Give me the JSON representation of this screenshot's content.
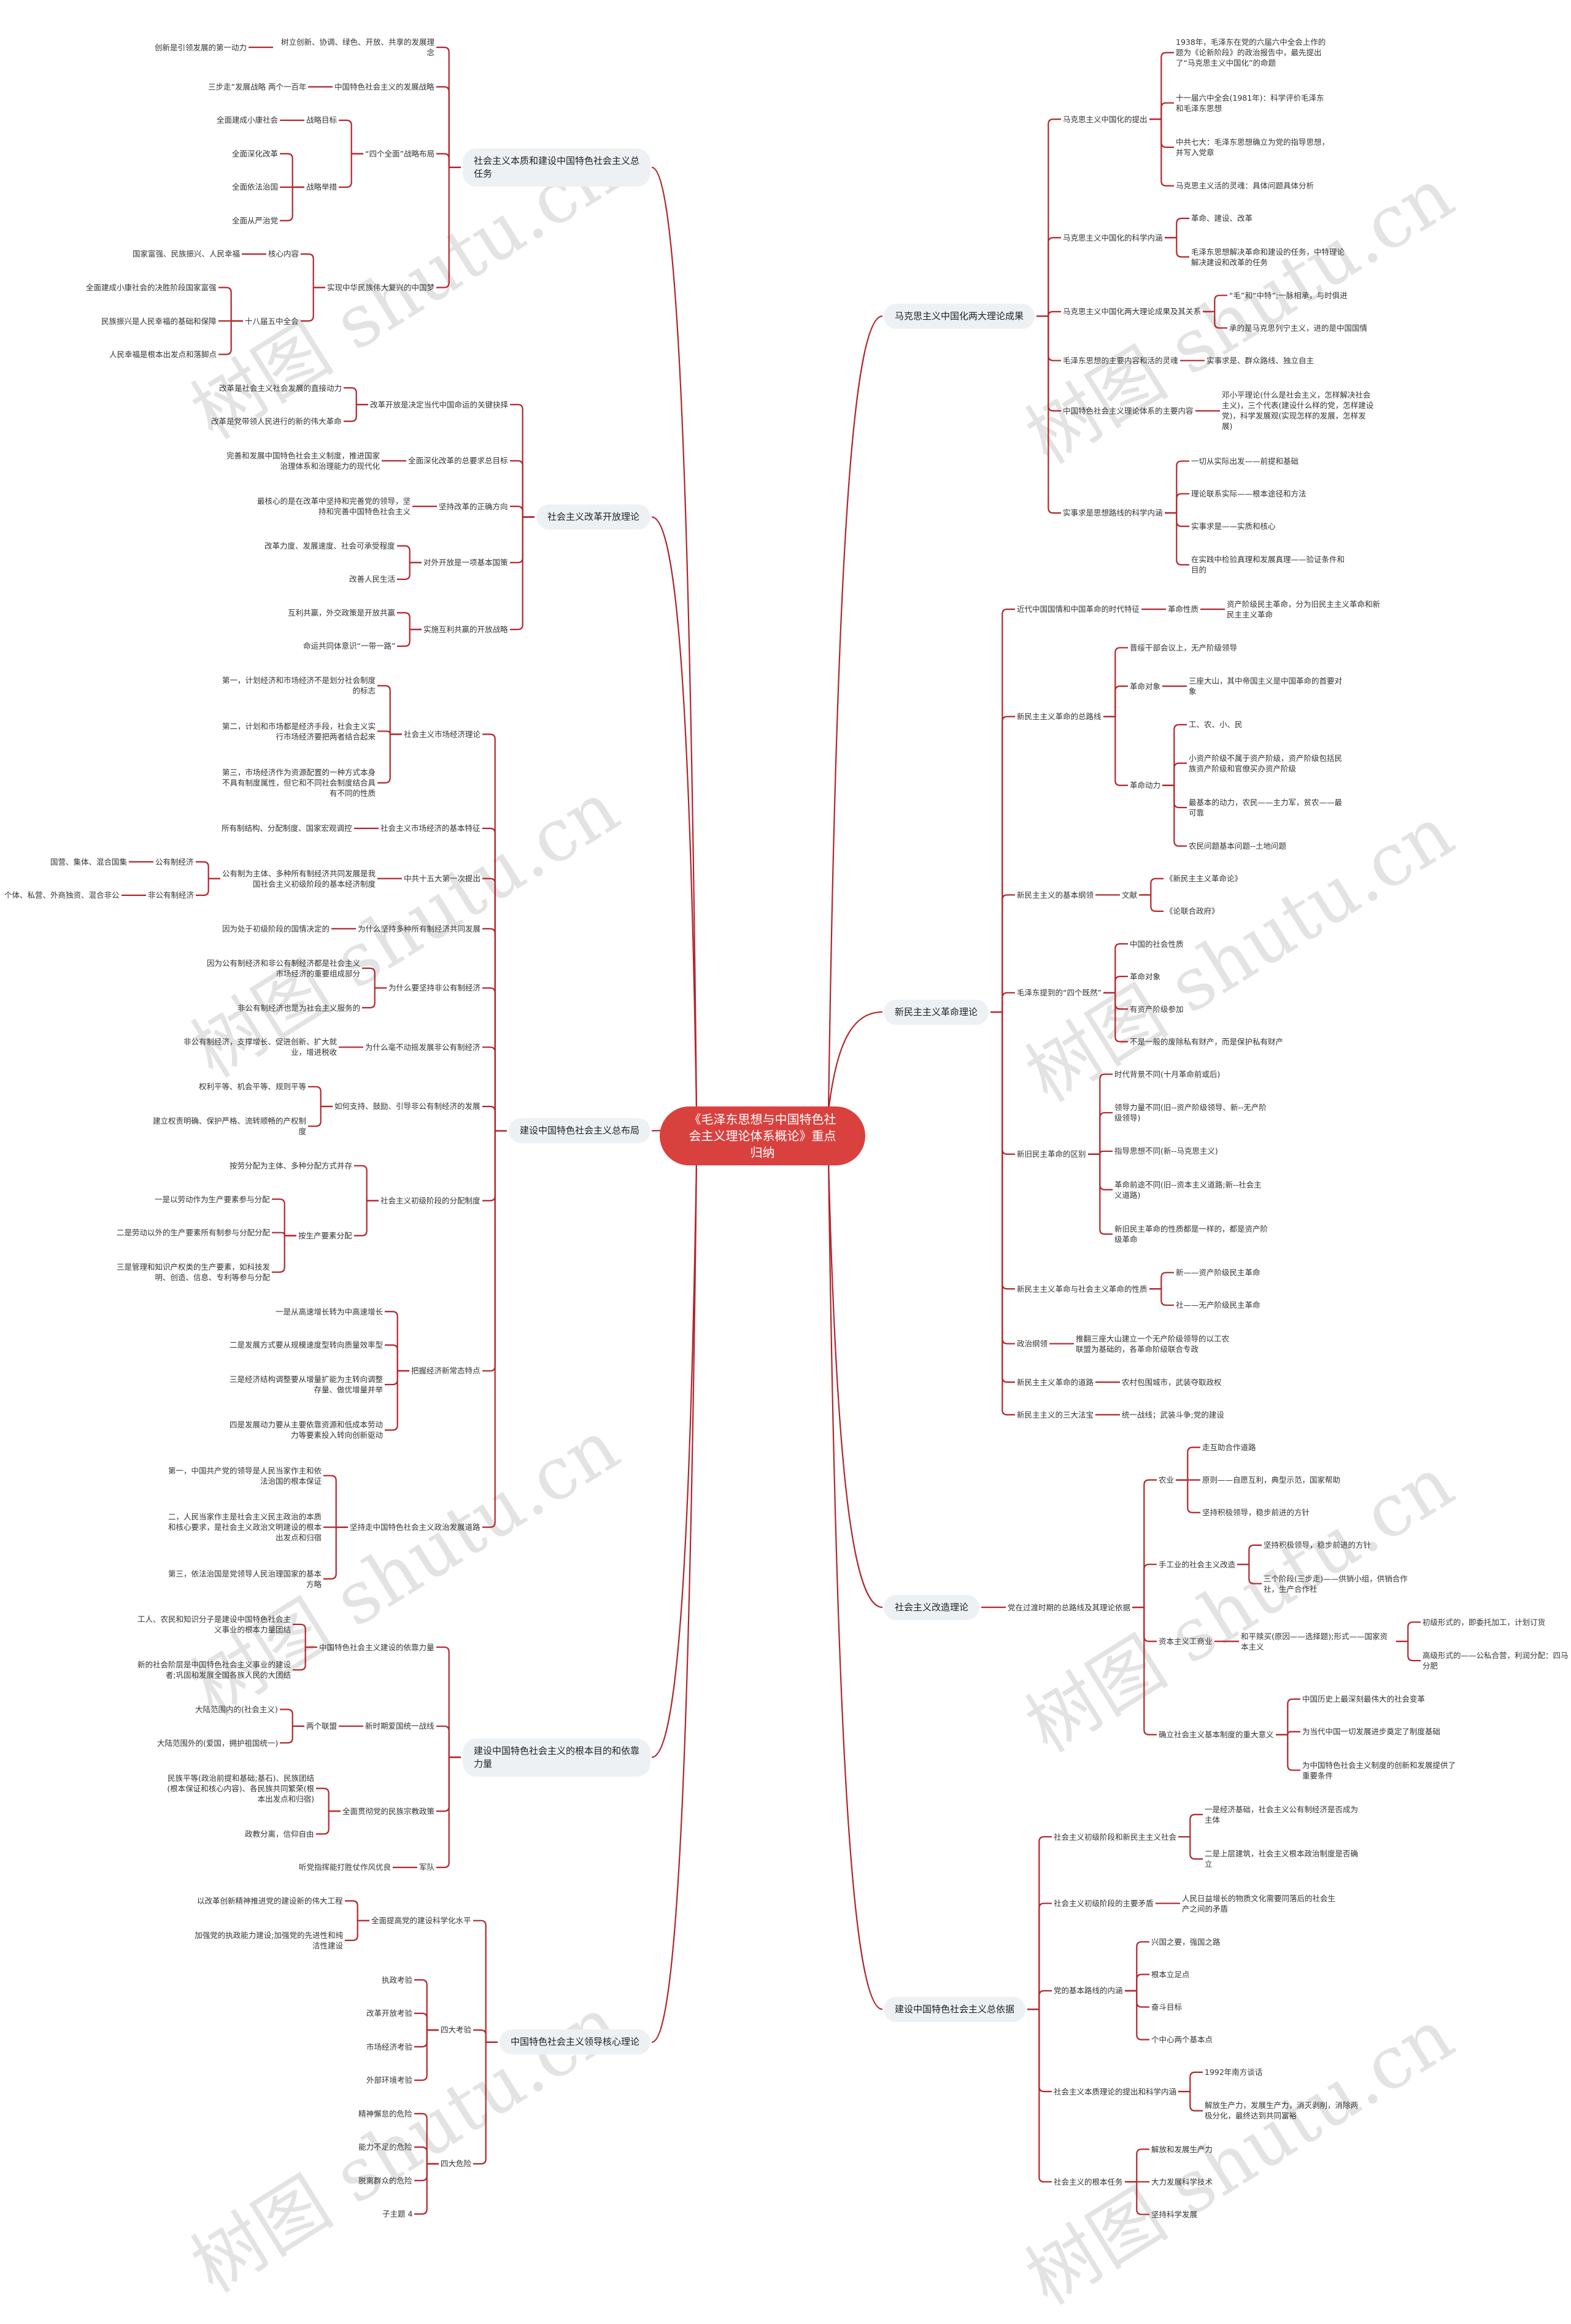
{
  "watermark": "树图 shutu.cn",
  "colors": {
    "line": "#b4252d",
    "root_bg": "#d9413f",
    "branch_bg": "#eef1f4"
  },
  "root": {
    "label": "《毛泽东思想与中国特色社会主义理论体系概论》重点归纳"
  },
  "right": [
    {
      "label": "马克思主义中国化两大理论成果",
      "children": [
        {
          "label": "马克思主义中国化的提出",
          "children": [
            {
              "label": "1938年，毛泽东在党的六届六中全会上作的题为《论新阶段》的政治报告中，最先提出了“马克思主义中国化”的命题"
            },
            {
              "label": "十一届六中全会(1981年)：科学评价毛泽东和毛泽东思想"
            },
            {
              "label": "中共七大：毛泽东思想确立为党的指导思想，并写入党章"
            },
            {
              "label": "马克思主义活的灵魂：具体问题具体分析"
            }
          ]
        },
        {
          "label": "马克思主义中国化的科学内涵",
          "children": [
            {
              "label": "革命、建设、改革"
            },
            {
              "label": "毛泽东思想解决革命和建设的任务，中特理论解决建设和改革的任务"
            }
          ]
        },
        {
          "label": "马克思主义中国化两大理论成果及其关系",
          "children": [
            {
              "label": "“毛”和“中特”;一脉相承，与时俱进"
            },
            {
              "label": "承的是马克思列宁主义，进的是中国国情"
            }
          ]
        },
        {
          "label": "毛泽东思想的主要内容和活的灵魂",
          "children": [
            {
              "label": "实事求是、群众路线、独立自主"
            }
          ]
        },
        {
          "label": "中国特色社会主义理论体系的主要内容",
          "children": [
            {
              "label": "邓小平理论(什么是社会主义，怎样解决社会主义)，三个代表(建设什么样的党，怎样建设党)，科学发展观(实现怎样的发展，怎样发展)"
            }
          ]
        },
        {
          "label": "实事求是思想路线的科学内涵",
          "children": [
            {
              "label": "一切从实际出发——前提和基础"
            },
            {
              "label": "理论联系实际——根本途径和方法"
            },
            {
              "label": "实事求是——实质和核心"
            },
            {
              "label": "在实践中检验真理和发展真理——验证条件和目的"
            }
          ]
        }
      ]
    },
    {
      "label": "新民主主义革命理论",
      "children": [
        {
          "label": "近代中国国情和中国革命的时代特征",
          "children": [
            {
              "label": "革命性质",
              "children": [
                {
                  "label": "资产阶级民主革命，分为旧民主主义革命和新民主主义革命"
                }
              ]
            }
          ]
        },
        {
          "label": "新民主主义革命的总路线",
          "children": [
            {
              "label": "晋绥干部会议上，无产阶级领导"
            },
            {
              "label": "革命对象",
              "children": [
                {
                  "label": "三座大山，其中帝国主义是中国革命的首要对象"
                }
              ]
            },
            {
              "label": "革命动力",
              "children": [
                {
                  "label": "工、农、小、民"
                },
                {
                  "label": "小资产阶级不属于资产阶级，资产阶级包括民族资产阶级和官僚买办资产阶级"
                },
                {
                  "label": "最基本的动力，农民——主力军，贫农——最可靠"
                },
                {
                  "label": "农民问题基本问题--土地问题"
                }
              ]
            }
          ]
        },
        {
          "label": "新民主主义的基本纲领",
          "children": [
            {
              "label": "文献",
              "children": [
                {
                  "label": "《新民主主义革命论》"
                },
                {
                  "label": "《论联合政府》"
                }
              ]
            }
          ]
        },
        {
          "label": "毛泽东提到的“四个既然”",
          "children": [
            {
              "label": "中国的社会性质"
            },
            {
              "label": "革命对象"
            },
            {
              "label": "有资产阶级参加"
            },
            {
              "label": "不是一般的废除私有财产，而是保护私有财产"
            }
          ]
        },
        {
          "label": "新旧民主革命的区别",
          "children": [
            {
              "label": "时代背景不同(十月革命前或后)"
            },
            {
              "label": "领导力量不同(旧--资产阶级领导、新--无产阶级领导)"
            },
            {
              "label": "指导思想不同(新--马克思主义)"
            },
            {
              "label": "革命前途不同(旧--资本主义道路;新--社会主义道路)"
            },
            {
              "label": "新旧民主革命的性质都是一样的，都是资产阶级革命"
            }
          ]
        },
        {
          "label": "新民主主义革命与社会主义革命的性质",
          "children": [
            {
              "label": "新——资产阶级民主革命"
            },
            {
              "label": "社——无产阶级民主革命"
            }
          ]
        },
        {
          "label": "政治纲领",
          "children": [
            {
              "label": "推翻三座大山建立一个无产阶级领导的以工农联盟为基础的，各革命阶级联合专政"
            }
          ]
        },
        {
          "label": "新民主主义革命的道路",
          "children": [
            {
              "label": "农村包围城市，武装夺取政权"
            }
          ]
        },
        {
          "label": "新民主主义的三大法宝",
          "children": [
            {
              "label": "统一战线；武装斗争;党的建设"
            }
          ]
        }
      ]
    },
    {
      "label": "社会主义改造理论",
      "children": [
        {
          "label": "党在过渡时期的总路线及其理论依据",
          "children": [
            {
              "label": "农业",
              "children": [
                {
                  "label": "走互助合作道路"
                },
                {
                  "label": "原则——自愿互利，典型示范，国家帮助"
                },
                {
                  "label": "坚持积极领导，稳步前进的方针"
                }
              ]
            },
            {
              "label": "手工业的社会主义改造",
              "children": [
                {
                  "label": "坚持积极领导，稳步前进的方针"
                },
                {
                  "label": "三个阶段(三步走)——供销小组，供销合作社，生产合作社"
                }
              ]
            },
            {
              "label": "资本主义工商业",
              "children": [
                {
                  "label": "和平赎买(原因——选择题);形式——国家资本主义",
                  "children": [
                    {
                      "label": "初级形式的，即委托加工，计划订货"
                    },
                    {
                      "label": "高级形式的——公私合营，利润分配：四马分肥"
                    }
                  ]
                }
              ]
            },
            {
              "label": "确立社会主义基本制度的重大意义",
              "children": [
                {
                  "label": "中国历史上最深刻最伟大的社会变革"
                },
                {
                  "label": "为当代中国一切发展进步奠定了制度基础"
                },
                {
                  "label": "为中国特色社会主义制度的创新和发展提供了重要条件"
                }
              ]
            }
          ]
        }
      ]
    },
    {
      "label": "建设中国特色社会主义总依据",
      "children": [
        {
          "label": "社会主义初级阶段和新民主主义社会",
          "children": [
            {
              "label": "一是经济基础，社会主义公有制经济是否成为主体"
            },
            {
              "label": "二是上层建筑，社会主义根本政治制度是否确立"
            }
          ]
        },
        {
          "label": "社会主义初级阶段的主要矛盾",
          "children": [
            {
              "label": "人民日益增长的物质文化需要同落后的社会生产之间的矛盾"
            }
          ]
        },
        {
          "label": "党的基本路线的内涵",
          "children": [
            {
              "label": "兴国之要，强国之路"
            },
            {
              "label": "根本立足点"
            },
            {
              "label": "奋斗目标"
            },
            {
              "label": "个中心两个基本点"
            }
          ]
        },
        {
          "label": "社会主义本质理论的提出和科学内涵",
          "children": [
            {
              "label": "1992年南方谈话"
            },
            {
              "label": "解放生产力，发展生产力，消灭剥削，消除两极分化，最终达到共同富裕"
            }
          ]
        },
        {
          "label": "社会主义的根本任务",
          "children": [
            {
              "label": "解放和发展生产力"
            },
            {
              "label": "大力发展科学技术"
            },
            {
              "label": "坚持科学发展"
            }
          ]
        }
      ]
    }
  ],
  "left": [
    {
      "label": "社会主义本质和建设中国特色社会主义总任务",
      "children": [
        {
          "label": "树立创新、协调、绿色、开放、共享的发展理念",
          "children": [
            {
              "label": "创新是引领发展的第一动力"
            }
          ]
        },
        {
          "label": "中国特色社会主义的发展战略",
          "children": [
            {
              "label": "三步走”发展战略 两个一百年"
            }
          ]
        },
        {
          "label": "“四个全面”战略布局",
          "children": [
            {
              "label": "战略目标",
              "children": [
                {
                  "label": "全面建成小康社会"
                }
              ]
            },
            {
              "label": "战略举措",
              "children": [
                {
                  "label": "全面深化改革"
                },
                {
                  "label": "全面依法治国"
                },
                {
                  "label": "全面从严治党"
                }
              ]
            }
          ]
        },
        {
          "label": "实现中华民族伟大复兴的中国梦",
          "children": [
            {
              "label": "核心内容",
              "children": [
                {
                  "label": "国家富强、民族振兴、人民幸福"
                }
              ]
            },
            {
              "label": "十八届五中全会",
              "children": [
                {
                  "label": "全面建成小康社会的决胜阶段国家富强"
                },
                {
                  "label": "民族振兴是人民幸福的基础和保障"
                },
                {
                  "label": "人民幸福是根本出发点和落脚点"
                }
              ]
            }
          ]
        }
      ]
    },
    {
      "label": "社会主义改革开放理论",
      "children": [
        {
          "label": "改革开放是决定当代中国命运的关键抉择",
          "children": [
            {
              "label": "改革是社会主义社会发展的直接动力"
            },
            {
              "label": "改革是党带领人民进行的新的伟大革命"
            }
          ]
        },
        {
          "label": "全面深化改革的总要求总目标",
          "children": [
            {
              "label": "完善和发展中国特色社会主义制度，推进国家治理体系和治理能力的现代化"
            }
          ]
        },
        {
          "label": "坚持改革的正确方向",
          "children": [
            {
              "label": "最核心的是在改革中坚持和完善党的领导，坚持和完善中国特色社会主义"
            }
          ]
        },
        {
          "label": "对外开放是一项基本国策",
          "children": [
            {
              "label": "改革力度、发展速度、社会可承受程度"
            },
            {
              "label": "改善人民生活"
            }
          ]
        },
        {
          "label": "实施互利共赢的开放战略",
          "children": [
            {
              "label": "互利共赢，外交政策是开放共赢"
            },
            {
              "label": "命运共同体意识“一带一路”"
            }
          ]
        }
      ]
    },
    {
      "label": "建设中国特色社会主义总布局",
      "children": [
        {
          "label": "社会主义市场经济理论",
          "children": [
            {
              "label": "第一，计划经济和市场经济不是划分社会制度的标志"
            },
            {
              "label": "第二，计划和市场都是经济手段，社会主义实行市场经济要把两者结合起来"
            },
            {
              "label": "第三，市场经济作为资源配置的一种方式本身不具有制度属性，但它和不同社会制度结合具有不同的性质"
            }
          ]
        },
        {
          "label": "社会主义市场经济的基本特征",
          "children": [
            {
              "label": "所有制结构、分配制度、国家宏观调控"
            }
          ]
        },
        {
          "label": "中共十五大第一次提出",
          "children": [
            {
              "label": "公有制为主体、多种所有制经济共同发展是我国社会主义初级阶段的基本经济制度",
              "children": [
                {
                  "label": "公有制经济",
                  "children": [
                    {
                      "label": "国营、集体、混合国集"
                    }
                  ]
                },
                {
                  "label": "非公有制经济",
                  "children": [
                    {
                      "label": "个体、私营、外商独资、混合非公"
                    }
                  ]
                }
              ]
            }
          ]
        },
        {
          "label": "为什么坚持多种所有制经济共同发展",
          "children": [
            {
              "label": "因为处于初级阶段的国情决定的"
            }
          ]
        },
        {
          "label": "为什么要坚持非公有制经济",
          "children": [
            {
              "label": "因为公有制经济和非公有制经济都是社会主义市场经济的重要组成部分"
            },
            {
              "label": "非公有制经济也是为社会主义服务的"
            }
          ]
        },
        {
          "label": "为什么毫不动摇发展非公有制经济",
          "children": [
            {
              "label": "非公有制经济，支撑增长、促进创新、扩大就业，增进税收"
            }
          ]
        },
        {
          "label": "如何支持、鼓励、引导非公有制经济的发展",
          "children": [
            {
              "label": "权利平等、机会平等、规则平等"
            },
            {
              "label": "建立权责明确、保护严格、流转顺畅的产权制度"
            }
          ]
        },
        {
          "label": "社会主义初级阶段的分配制度",
          "children": [
            {
              "label": "按劳分配为主体、多种分配方式并存"
            },
            {
              "label": "按生产要素分配",
              "children": [
                {
                  "label": "一是以劳动作为生产要素参与分配"
                },
                {
                  "label": "二是劳动以外的生产要素所有制参与分配分配"
                },
                {
                  "label": "三是管理和知识产权类的生产要素，如科技发明、创造、信息、专利等参与分配"
                }
              ]
            }
          ]
        },
        {
          "label": "把握经济新常态特点",
          "children": [
            {
              "label": "一是从高速增长转为中高速增长"
            },
            {
              "label": "二是发展方式要从规模速度型转向质量效率型"
            },
            {
              "label": "三是经济结构调整要从增量扩能为主转向调整存量、做优增量并举"
            },
            {
              "label": "四是发展动力要从主要依靠资源和低成本劳动力等要素投入转向创新驱动"
            }
          ]
        },
        {
          "label": "坚持走中国特色社会主义政治发展道路",
          "children": [
            {
              "label": "第一，中国共产党的领导是人民当家作主和依法治国的根本保证"
            },
            {
              "label": "二，人民当家作主是社会主义民主政治的本质和核心要求，是社会主义政治文明建设的根本出发点和归宿"
            },
            {
              "label": "第三，依法治国是党领导人民治理国家的基本方略"
            }
          ]
        }
      ]
    },
    {
      "label": "建设中国特色社会主义的根本目的和依靠力量",
      "children": [
        {
          "label": "中国特色社会主义建设的依靠力量",
          "children": [
            {
              "label": "工人、农民和知识分子是建设中国特色社会主义事业的根本力量团结"
            },
            {
              "label": "新的社会阶层是中国特色社会主义事业的建设者;巩固和发展全国各族人民的大团结"
            }
          ]
        },
        {
          "label": "新时期爱国统一战线",
          "children": [
            {
              "label": "两个联盟",
              "children": [
                {
                  "label": "大陆范围内的(社会主义)"
                },
                {
                  "label": "大陆范围外的(爱国，拥护祖国统一)"
                }
              ]
            }
          ]
        },
        {
          "label": "全面贯彻党的民族宗教政策",
          "children": [
            {
              "label": "民族平等(政治前提和基础;基石)、民族团结(根本保证和核心内容)、各民族共同繁荣(根本出发点和归宿)"
            },
            {
              "label": "政教分离，信仰自由"
            }
          ]
        },
        {
          "label": "军队",
          "children": [
            {
              "label": "听党指挥能打胜仗作风优良"
            }
          ]
        }
      ]
    },
    {
      "label": "中国特色社会主义领导核心理论",
      "children": [
        {
          "label": "全面提高党的建设科学化水平",
          "children": [
            {
              "label": "以改革创新精神推进党的建设新的伟大工程"
            },
            {
              "label": "加强党的执政能力建设;加强党的先进性和纯洁性建设"
            }
          ]
        },
        {
          "label": "四大考验",
          "children": [
            {
              "label": "执政考验"
            },
            {
              "label": "改革开放考验"
            },
            {
              "label": "市场经济考验"
            },
            {
              "label": "外部环境考验"
            }
          ]
        },
        {
          "label": "四大危险",
          "children": [
            {
              "label": "精神懈怠的危险"
            },
            {
              "label": "能力不足的危险"
            },
            {
              "label": "脱离群众的危险"
            },
            {
              "label": "子主题 4"
            }
          ]
        }
      ]
    }
  ]
}
